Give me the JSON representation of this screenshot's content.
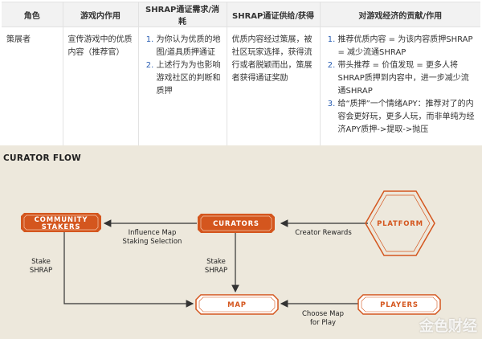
{
  "table": {
    "headers": [
      "角色",
      "游戏内作用",
      "SHRAP通证需求/消耗",
      "SHRAP通证供给/获得",
      "对游戏经济的贡献/作用"
    ],
    "row": {
      "role": "策展者",
      "in_game_role": "宣传游戏中的优质内容（推荐官）",
      "demand": [
        "为你认为优质的地图/道具质押通证",
        "上述行为为也影响游戏社区的判断和质押"
      ],
      "supply": "优质内容经过策展，被社区玩家选择，获得流行或者脱颖而出，策展者获得通证奖励",
      "contribution": [
        "推荐优质内容 = 为该内容质押SHRAP = 减少流通SHRAP",
        "带头推荐 = 价值发现 = 更多人将SHRAP质押到内容中，进一步减少流通SHRAP",
        "给“质押”一个情绪APY：推荐对了的内容会更好玩，更多人玩，而非单纯为经济APY质押->提取->抛压"
      ]
    }
  },
  "flow": {
    "title": "CURATOR FLOW",
    "nodes": {
      "community_stakers": [
        "COMMUNITY",
        "STAKERS"
      ],
      "curators": "CURATORS",
      "platform": "PLATFORM",
      "map": "MAP",
      "players": "PLAYERS"
    },
    "edges": {
      "influence": [
        "Influence Map",
        "Staking Selection"
      ],
      "creator_rewards": "Creator Rewards",
      "stake_left": [
        "Stake",
        "SHRAP"
      ],
      "stake_center": [
        "Stake",
        "SHRAP"
      ],
      "choose_map": [
        "Choose Map",
        "for Play"
      ]
    },
    "colors": {
      "orange": "#d4561e",
      "background": "#ede8dc",
      "edge": "#333333"
    }
  },
  "watermark": "金色财经"
}
